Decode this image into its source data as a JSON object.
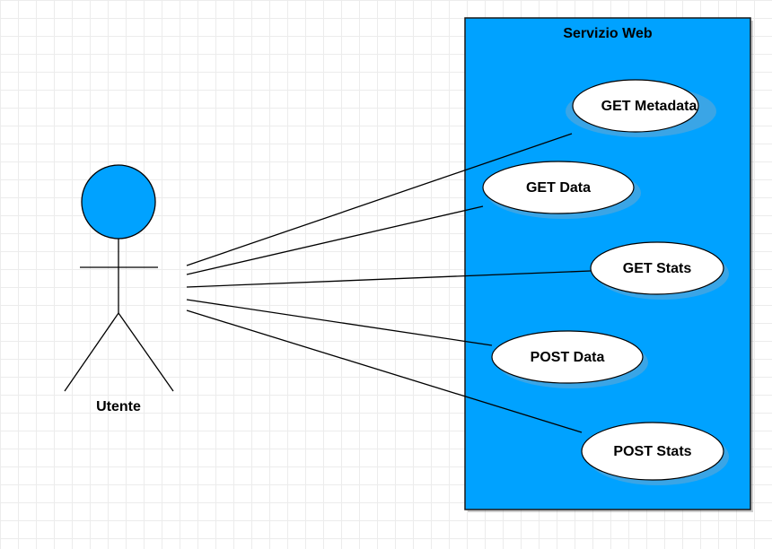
{
  "system": {
    "title": "Servizio Web",
    "fill_color": "#00a2ff",
    "border_color": "#1a1a1a"
  },
  "actor": {
    "name": "Utente",
    "fill_color": "#00a2ff"
  },
  "use_cases": [
    {
      "id": "get-metadata",
      "label": "GET Metadata"
    },
    {
      "id": "get-data",
      "label": "GET Data"
    },
    {
      "id": "get-stats",
      "label": "GET Stats"
    },
    {
      "id": "post-data",
      "label": "POST Data"
    },
    {
      "id": "post-stats",
      "label": "POST Stats"
    }
  ],
  "colors": {
    "ellipse_fill": "#ffffff",
    "ellipse_shadow": "#3aa5e6",
    "line": "#000000"
  }
}
